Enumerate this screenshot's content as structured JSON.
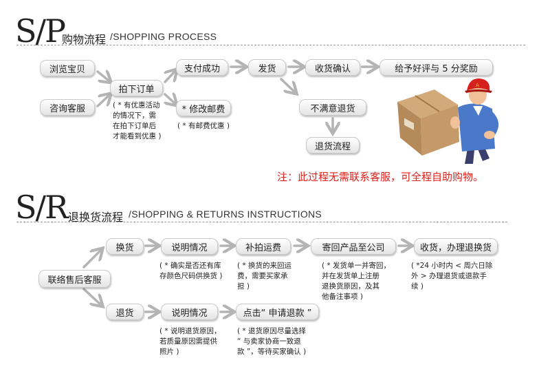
{
  "section1": {
    "big": "S/P",
    "cn": "购物流程",
    "en": "/SHOPPING PROCESS",
    "steps": {
      "browse": "浏览宝贝",
      "consult": "咨询客服",
      "order": "拍下订单",
      "pay": "支付成功",
      "ship": "发货",
      "receive": "收货确认",
      "review": "给予好评与 5 分奖励",
      "modify_post": "* 修改邮费",
      "unsatisfied": "不满意退货",
      "return_flow": "退货流程"
    },
    "notes": {
      "order_note": [
        "( * 有优惠活动",
        "的情况下，需",
        "在拍下订单后",
        "才能看到优惠 )"
      ],
      "post_note": "( * 有邮费优惠 )"
    },
    "notice": "注：此过程无需联系客服，可全程自助购物。"
  },
  "section2": {
    "big": "S/R",
    "cn": "退换货流程",
    "en": "/SHOPPING & RETURNS INSTRUCTIONS",
    "steps": {
      "contact": "联络售后客服",
      "exchange": "换货",
      "explain1": "说明情况",
      "repay_ship": "补拍运费",
      "mail_back": "寄回产品至公司",
      "receive_handle": "收货，办理退换货",
      "refund": "退货",
      "explain2": "说明情况",
      "apply_refund": "点击“ 申请退款 ”"
    },
    "notes": {
      "explain1_note": [
        "( * 确实是否还有库",
        "存颜色尺码供换货 )"
      ],
      "repay_note": [
        "( * 换货的来回运",
        "费，需要买家承",
        "担 )"
      ],
      "mail_note": [
        "( * 发货单一并寄回，",
        "并在发货单上注册",
        "退换货原因，及其",
        "他备注事项 )"
      ],
      "handle_note": [
        "( *24 小时内 < 周六日除",
        "外 > 办理退货或退款手",
        "续 )"
      ],
      "explain2_note": [
        "( * 说明退货原因，",
        "若质量原因需提供",
        "照片 )"
      ],
      "apply_note": [
        "( * 退货原因尽量选择",
        "“ 与卖家协商一致退",
        "款 ”，等待买家确认 )"
      ]
    }
  },
  "colors": {
    "arrow": "#b4b4b4",
    "notice": "#e0201a",
    "pill_border": "#c9c9c9"
  },
  "illustration": {
    "icon": "delivery-person-carrying-box-icon"
  }
}
